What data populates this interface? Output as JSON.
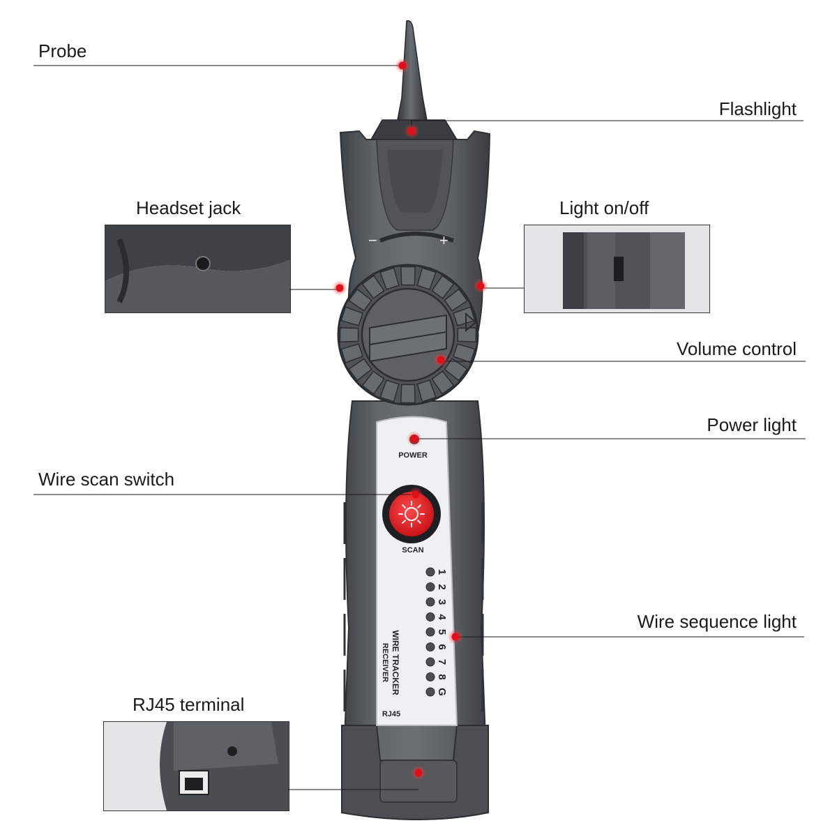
{
  "callouts": {
    "probe": "Probe",
    "flashlight": "Flashlight",
    "headset_jack": "Headset jack",
    "light_onoff": "Light on/off",
    "volume_control": "Volume control",
    "power_light": "Power light",
    "wire_scan_switch": "Wire scan switch",
    "wire_sequence_light": "Wire sequence light",
    "rj45_terminal": "RJ45 terminal"
  },
  "device": {
    "power_label": "POWER",
    "scan_label": "SCAN",
    "title_line1": "WIRE TRACKER",
    "title_line2": "RECEIVER",
    "rj45_label": "RJ45",
    "dial_minus": "−",
    "dial_plus": "+",
    "led_labels": [
      "1",
      "2",
      "3",
      "4",
      "5",
      "6",
      "7",
      "8",
      "G"
    ]
  },
  "colors": {
    "marker": "#e0101a",
    "body": "#5a5e63",
    "body_dark": "#3d4044",
    "panel": "#eef0f3",
    "scan_button": "#e8262b"
  }
}
